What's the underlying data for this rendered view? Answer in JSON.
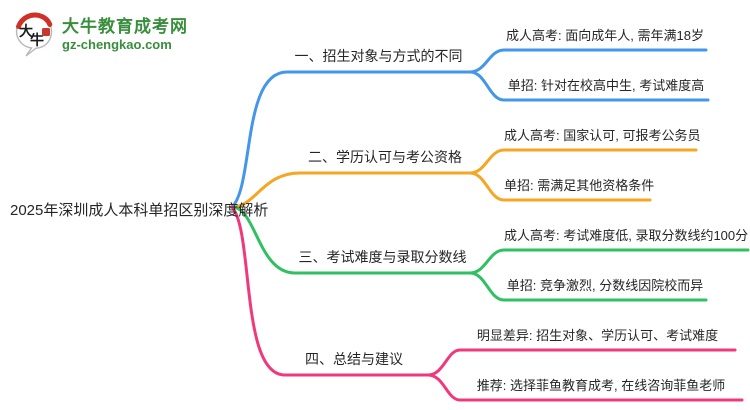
{
  "site": {
    "logo": {
      "icon_text": "大牛",
      "name": "大牛教育成考网",
      "domain": "gz-chengkao.com",
      "brand_green": "#388E3C",
      "brand_red": "#CF3129"
    }
  },
  "mindmap": {
    "root": "2025年深圳成人本科单招区别深度解析",
    "text_color": "#262626",
    "branches": [
      {
        "label": "一、招生对象与方式的不同",
        "color": "#4496E8",
        "leaves": [
          "成人高考: 面向成年人, 需年满18岁",
          "单招: 针对在校高中生, 考试难度高"
        ]
      },
      {
        "label": "二、学历认可与考公资格",
        "color": "#F5A623",
        "leaves": [
          "成人高考: 国家认可, 可报考公务员",
          "单招: 需满足其他资格条件"
        ]
      },
      {
        "label": "三、考试难度与录取分数线",
        "color": "#2EC061",
        "leaves": [
          "成人高考: 考试难度低, 录取分数线约100分",
          "单招: 竞争激烈, 分数线因院校而异"
        ]
      },
      {
        "label": "四、总结与建议",
        "color": "#F0397D",
        "leaves": [
          "明显差异: 招生对象、学历认可、考试难度",
          "推荐: 选择菲鱼教育成考, 在线咨询菲鱼老师"
        ]
      }
    ]
  }
}
